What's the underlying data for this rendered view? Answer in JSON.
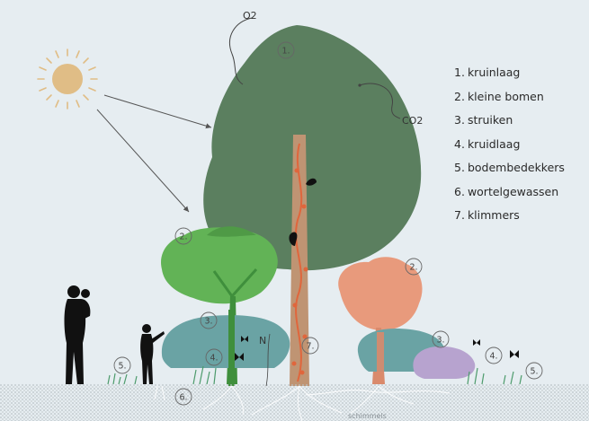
{
  "labels": {
    "o2": "O2",
    "co2": "CO2",
    "n": "N",
    "soil": "schimmels"
  },
  "markers": [
    "1.",
    "2.",
    "2.",
    "3.",
    "3.",
    "4.",
    "4.",
    "5.",
    "5.",
    "6.",
    "7."
  ],
  "legend": [
    {
      "num": "1.",
      "label": "kruinlaag"
    },
    {
      "num": "2.",
      "label": "kleine bomen"
    },
    {
      "num": "3.",
      "label": "struiken"
    },
    {
      "num": "4.",
      "label": "kruidlaag"
    },
    {
      "num": "5.",
      "label": "bodembedekkers"
    },
    {
      "num": "6.",
      "label": "wortelgewassen"
    },
    {
      "num": "7.",
      "label": "klimmers"
    }
  ],
  "colors": {
    "background": "#e6edf1",
    "sun": "#e0bd86",
    "canopy": "#5b7f5f",
    "small_tree": "#62b356",
    "orange_tree": "#e89a7c",
    "shrub": "#6aa3a4",
    "purple_shrub": "#b7a3cf",
    "climber": "#e0663c",
    "silhouette": "#111111"
  }
}
